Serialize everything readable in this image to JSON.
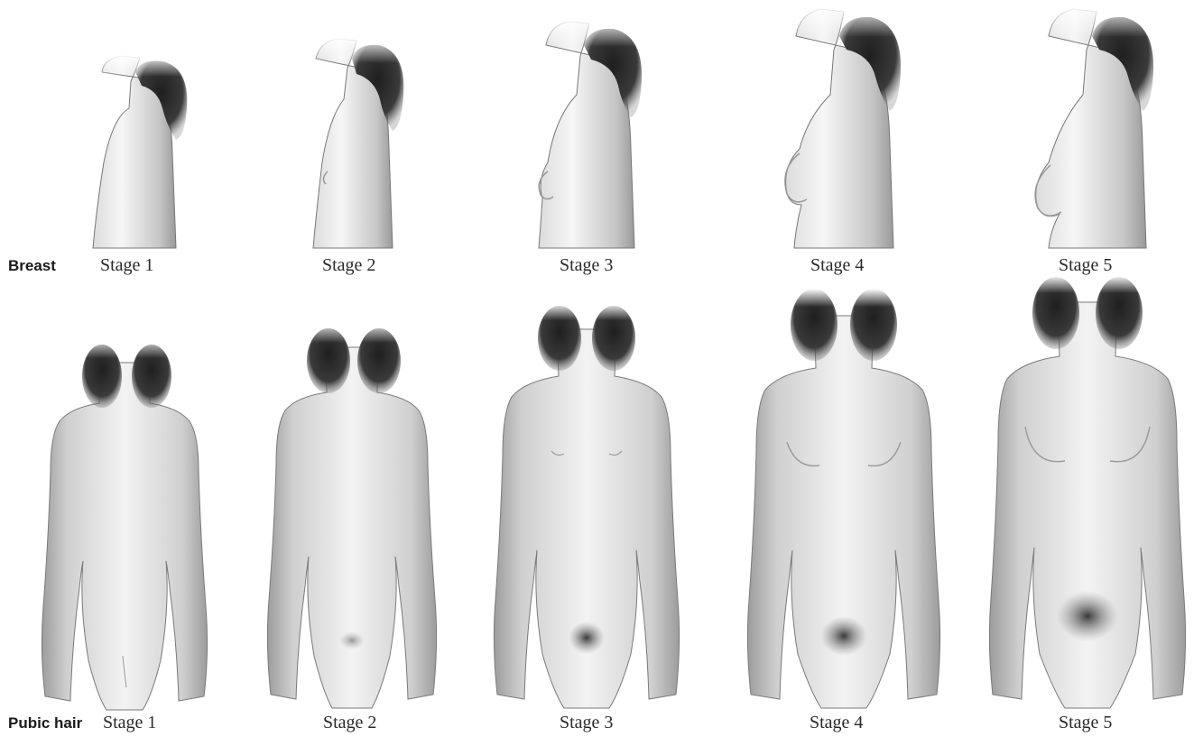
{
  "breast_row": {
    "label": "Breast",
    "stages": [
      "Stage 1",
      "Stage 2",
      "Stage 3",
      "Stage 4",
      "Stage 5"
    ]
  },
  "pubic_hair_row": {
    "label": "Pubic hair",
    "stages": [
      "Stage 1",
      "Stage 2",
      "Stage 3",
      "Stage 4",
      "Stage 5"
    ]
  },
  "colors": {
    "skin_light": "#f4f4f4",
    "skin_mid": "#bdbdbd",
    "skin_dark": "#8a8a8a",
    "hair": "#2e2e2e",
    "outline": "#6a6a6a"
  }
}
